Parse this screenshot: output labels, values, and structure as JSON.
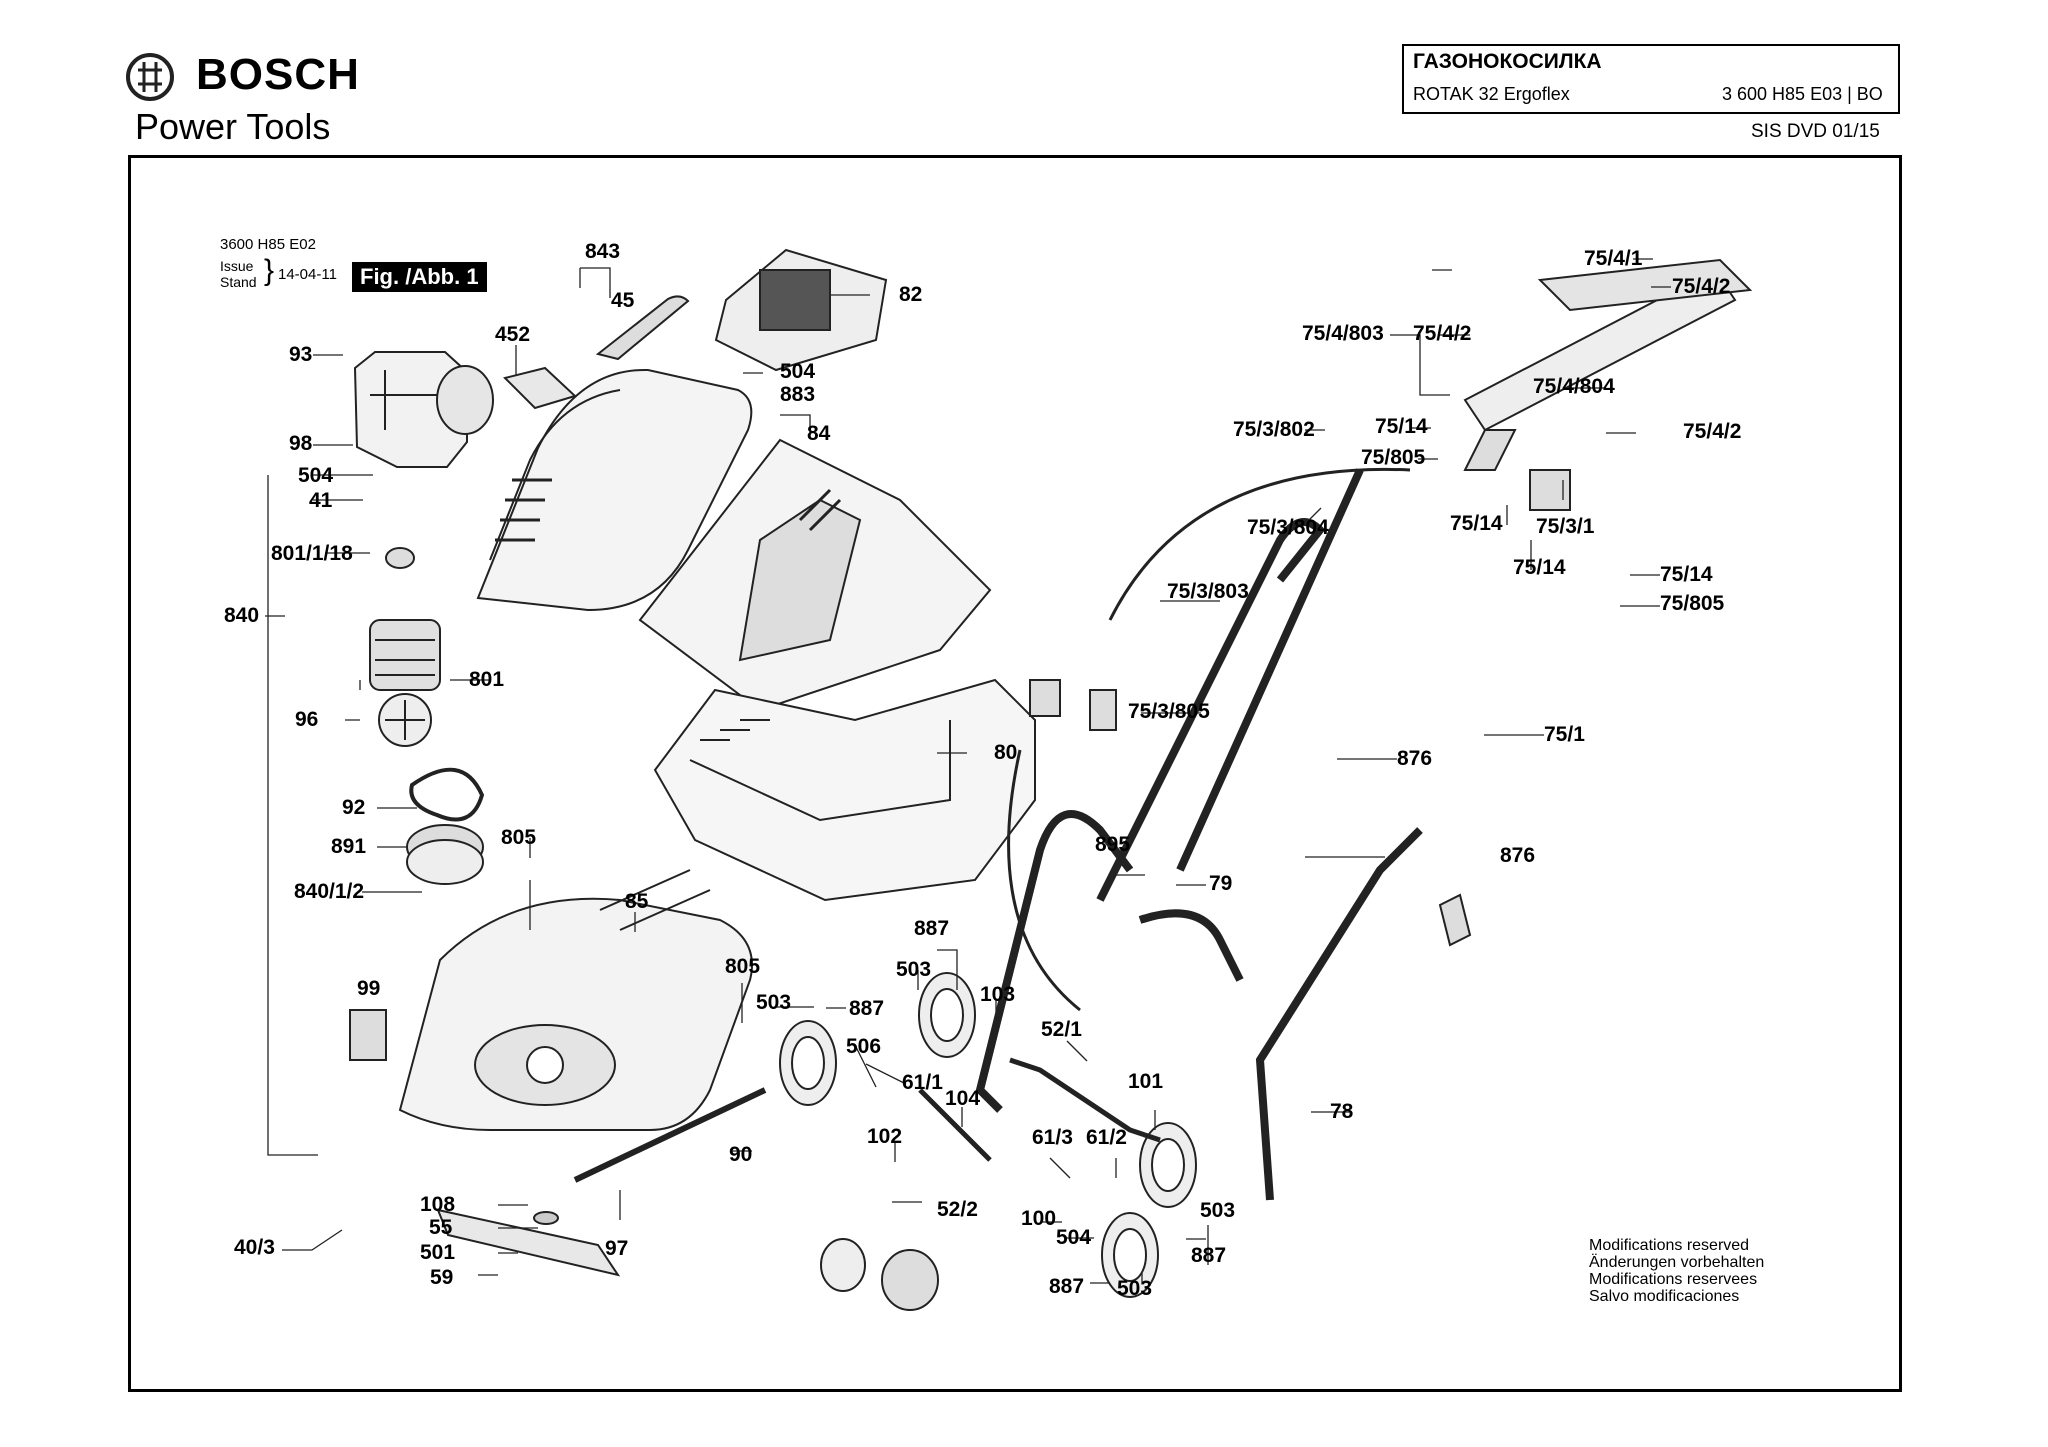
{
  "brand": {
    "logo_icon": "bosch-armature-logo-icon",
    "name": "BOSCH",
    "subtitle": "Power Tools"
  },
  "title_block": {
    "title": "ГАЗОНОКОСИЛКА",
    "model": "ROTAK 32 Ergoflex",
    "number": "3 600 H85 E03 | BO",
    "document": "SIS DVD 01/15"
  },
  "issue": {
    "code": "3600 H85 E02",
    "label_line1": "Issue",
    "label_line2": "Stand",
    "date": "14-04-11"
  },
  "figure_label": "Fig. /Abb. 1",
  "notes": [
    "Modifications reserved",
    "Änderungen vorbehalten",
    "Modifications reservees",
    "Salvo modificaciones"
  ],
  "callouts": [
    "93",
    "98",
    "504",
    "41",
    "801/1/18",
    "840",
    "801",
    "96",
    "92",
    "891",
    "840/1/2",
    "452",
    "843",
    "45",
    "82",
    "504",
    "883",
    "84",
    "80",
    "805",
    "85",
    "99",
    "805",
    "503",
    "887",
    "887",
    "503",
    "103",
    "506",
    "61/1",
    "104",
    "102",
    "90",
    "108",
    "55",
    "501",
    "59",
    "97",
    "40/3",
    "52/2",
    "52/1",
    "101",
    "61/3",
    "61/2",
    "100",
    "504",
    "503",
    "887",
    "887",
    "503",
    "895",
    "79",
    "876",
    "876",
    "78",
    "75/1",
    "75/3/802",
    "75/3/804",
    "75/3/803",
    "75/3/805",
    "75/4/803",
    "75/4/2",
    "75/4/1",
    "75/4/2",
    "75/4/804",
    "75/4/2",
    "75/14",
    "75/805",
    "75/14",
    "75/3/1",
    "75/14",
    "75/14",
    "75/805"
  ]
}
